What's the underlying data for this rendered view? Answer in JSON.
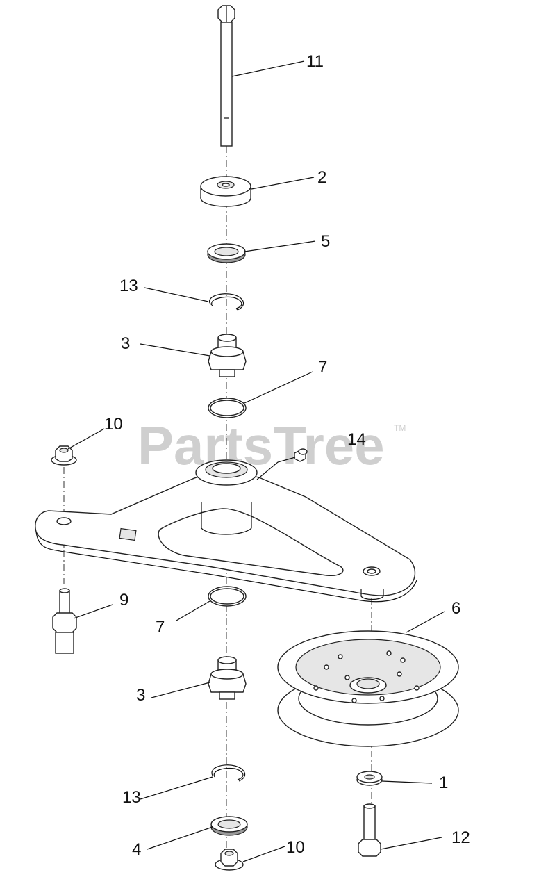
{
  "watermark": {
    "text": "PartsTree",
    "trademark": "TM"
  },
  "callouts": [
    {
      "id": "c11",
      "label": "11"
    },
    {
      "id": "c2",
      "label": "2"
    },
    {
      "id": "c5",
      "label": "5"
    },
    {
      "id": "c13a",
      "label": "13"
    },
    {
      "id": "c3a",
      "label": "3"
    },
    {
      "id": "c7a",
      "label": "7"
    },
    {
      "id": "c10a",
      "label": "10"
    },
    {
      "id": "c14",
      "label": "14"
    },
    {
      "id": "c9",
      "label": "9"
    },
    {
      "id": "c7b",
      "label": "7"
    },
    {
      "id": "c6",
      "label": "6"
    },
    {
      "id": "c3b",
      "label": "3"
    },
    {
      "id": "c1",
      "label": "1"
    },
    {
      "id": "c13b",
      "label": "13"
    },
    {
      "id": "c12",
      "label": "12"
    },
    {
      "id": "c4",
      "label": "4"
    },
    {
      "id": "c10b",
      "label": "10"
    }
  ]
}
